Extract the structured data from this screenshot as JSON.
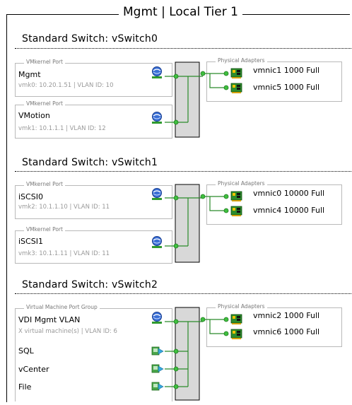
{
  "title": "Mgmt | Local Tier 1",
  "switches": [
    {
      "name": "Standard Switch: vSwitch0",
      "ports": [
        {
          "legend": "VMkernel Port",
          "name": "Mgmt",
          "detail": "vmk0: 10.20.1.51 | VLAN ID: 10",
          "icon": "vmkernel-icon"
        },
        {
          "legend": "VMkernel Port",
          "name": "VMotion",
          "detail": "vmk1: 10.1.1.1 | VLAN ID: 12",
          "icon": "vmkernel-icon"
        }
      ],
      "adapters_legend": "Physical Adapters",
      "adapters": [
        {
          "label": "vmnic1  1000  Full",
          "icon": "nic-icon"
        },
        {
          "label": "vmnic5  1000  Full",
          "icon": "nic-icon"
        }
      ]
    },
    {
      "name": "Standard Switch: vSwitch1",
      "ports": [
        {
          "legend": "VMkernel Port",
          "name": "iSCSI0",
          "detail": "vmk2: 10.1.1.10 | VLAN ID: 11",
          "icon": "vmkernel-icon"
        },
        {
          "legend": "VMkernel Port",
          "name": "iSCSI1",
          "detail": "vmk3: 10.1.1.11 | VLAN ID: 11",
          "icon": "vmkernel-icon"
        }
      ],
      "adapters_legend": "Physical Adapters",
      "adapters": [
        {
          "label": "vmnic0  10000  Full",
          "icon": "nic-icon"
        },
        {
          "label": "vmnic4  10000  Full",
          "icon": "nic-icon"
        }
      ]
    },
    {
      "name": "Standard Switch: vSwitch2",
      "portgroup": {
        "legend": "Virtual Machine Port Group",
        "name": "VDI Mgmt VLAN",
        "detail": "X virtual machine(s) | VLAN ID: 6",
        "icon": "vmkernel-icon",
        "vms": [
          {
            "name": "SQL",
            "icon": "vm-icon"
          },
          {
            "name": "vCenter",
            "icon": "vm-icon"
          },
          {
            "name": "File",
            "icon": "vm-icon"
          }
        ]
      },
      "adapters_legend": "Physical Adapters",
      "adapters": [
        {
          "label": "vmnic2  1000  Full",
          "icon": "nic-icon"
        },
        {
          "label": "vmnic6  1000  Full",
          "icon": "nic-icon"
        }
      ]
    }
  ],
  "colors": {
    "connector": "#2a8a2a",
    "node": "#3fbf3f",
    "switch_fill": "#d8d8d8",
    "box_border": "#b9b9b9"
  }
}
